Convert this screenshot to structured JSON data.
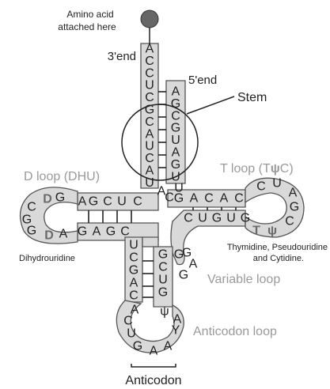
{
  "labels": {
    "amino_line1": "Amino acid",
    "amino_line2": "attached here",
    "three_end": "3'end",
    "five_end": "5'end",
    "stem": "Stem",
    "d_loop": "D loop (DHU)",
    "t_loop_text": "T loop (T",
    "t_loop_psi": "ψ",
    "t_loop_c": "C)",
    "dihydrouridine": "Dihydrouridine",
    "tpsic_line1": "Thymidine, Pseudouridine",
    "tpsic_line2": "and Cytidine.",
    "variable_loop": "Variable loop",
    "anticodon_loop": "Anticodon loop",
    "anticodon": "Anticodon"
  },
  "sequences": {
    "acceptor_3prime": [
      "A",
      "C",
      "C",
      "U",
      "C",
      "G",
      "C",
      "A",
      "U",
      "C",
      "A",
      "U"
    ],
    "acceptor_5prime": [
      "A",
      "G",
      "C",
      "G",
      "U",
      "A",
      "G",
      "U"
    ],
    "d_arm_top": [
      "A",
      "G",
      "C",
      "U",
      "C"
    ],
    "d_arm_bottom": [
      "G",
      "A",
      "G",
      "C"
    ],
    "d_loop": [
      "G",
      "D",
      "C",
      "G",
      "G",
      "D",
      "A"
    ],
    "t_arm_top": [
      "G",
      "A",
      "C",
      "A",
      "C"
    ],
    "t_arm_bottom": [
      "C",
      "U",
      "G",
      "U",
      "G"
    ],
    "t_loop": [
      "C",
      "U",
      "A",
      "G",
      "C",
      "T",
      "ψ"
    ],
    "variable_loop": [
      "G",
      "A",
      "G",
      "G"
    ],
    "anticodon_stem_left": [
      "U",
      "C",
      "G",
      "A",
      "C"
    ],
    "anticodon_stem_right": [
      "G",
      "C",
      "U",
      "G"
    ],
    "anticodon_loop": [
      "A",
      "C",
      "U",
      "G",
      "A",
      "A",
      "Y",
      "A",
      "ψ"
    ],
    "linker": [
      "A",
      "U",
      "C"
    ]
  },
  "colors": {
    "body_fill": "#d9d9d9",
    "outline": "#555555",
    "amino_ball": "#666666",
    "grey_label": "#9a9a9a"
  }
}
